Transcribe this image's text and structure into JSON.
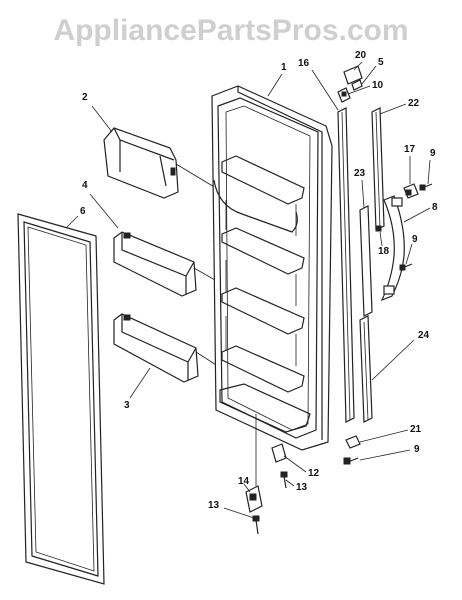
{
  "watermark": "AppliancePartsPros.com",
  "callouts": {
    "c1": "1",
    "c2": "2",
    "c3": "3",
    "c4": "4",
    "c5": "5",
    "c6": "6",
    "c8": "8",
    "c9a": "9",
    "c9b": "9",
    "c9c": "9",
    "c10": "10",
    "c12": "12",
    "c13a": "13",
    "c13b": "13",
    "c14": "14",
    "c16": "16",
    "c17": "17",
    "c18": "18",
    "c20": "20",
    "c21": "21",
    "c22": "22",
    "c23": "23",
    "c24": "24"
  }
}
